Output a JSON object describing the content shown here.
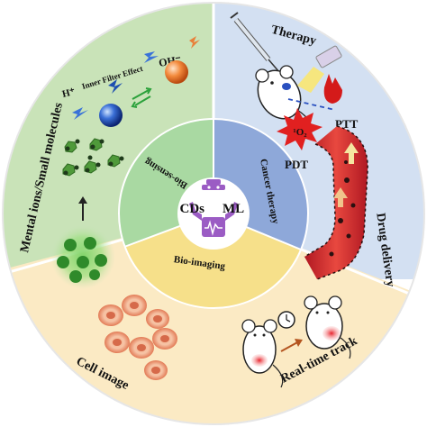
{
  "center": {
    "left": "CDs",
    "right": "ML"
  },
  "inner_ring": {
    "bio_sensing": "Bio-sensing",
    "cancer_therapy": "Cancer therapy",
    "bio_imaging": "Bio-imaging"
  },
  "outer_ring": {
    "mental_ions": "Mental ions/Small molecules",
    "therapy": "Therapy",
    "drug_delivery": "Drug delivery",
    "real_time_track": "Real-time track",
    "cell_image": "Cell image"
  },
  "annotations": {
    "h_plus": "H⁺",
    "inner_filter": "Inner Filter Effect",
    "oh_minus": "OH⁻",
    "singlet_o2": "¹O₂",
    "ptt": "PTT",
    "pdt": "PDT"
  },
  "colors": {
    "green_quadrant": "#c9e3b8",
    "blue_quadrant": "#cfdcf0",
    "yellow_quadrant": "#fbeac2",
    "inner_green": "#a8d8a0",
    "inner_blue": "#8fa9da",
    "inner_yellow": "#f6df86",
    "robot": "#9b5cc4"
  }
}
